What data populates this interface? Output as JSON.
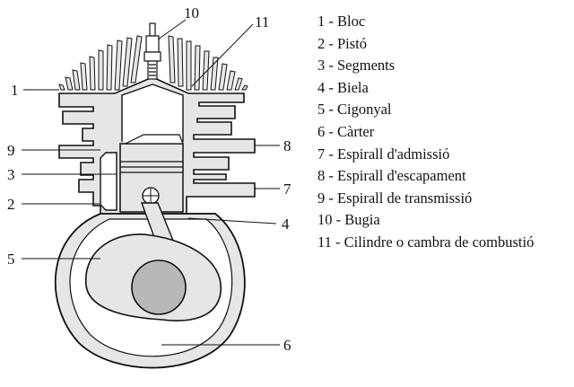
{
  "callouts": [
    "1",
    "2",
    "3",
    "4",
    "5",
    "6",
    "7",
    "8",
    "9",
    "10",
    "11"
  ],
  "legend": [
    "1 - Bloc",
    "2 - Pistó",
    "3 - Segments",
    "4 - Biela",
    "5 - Cigonyal",
    "6 - Càrter",
    "7 - Espirall d'admissió",
    "8 - Espirall d'escapament",
    "9 - Espirall de transmissió",
    "10 - Bugia",
    "11 - Cilindre o cambra de combustió"
  ],
  "colors": {
    "ink": "#111111",
    "fill": "#e6e6e6",
    "background": "#ffffff"
  }
}
